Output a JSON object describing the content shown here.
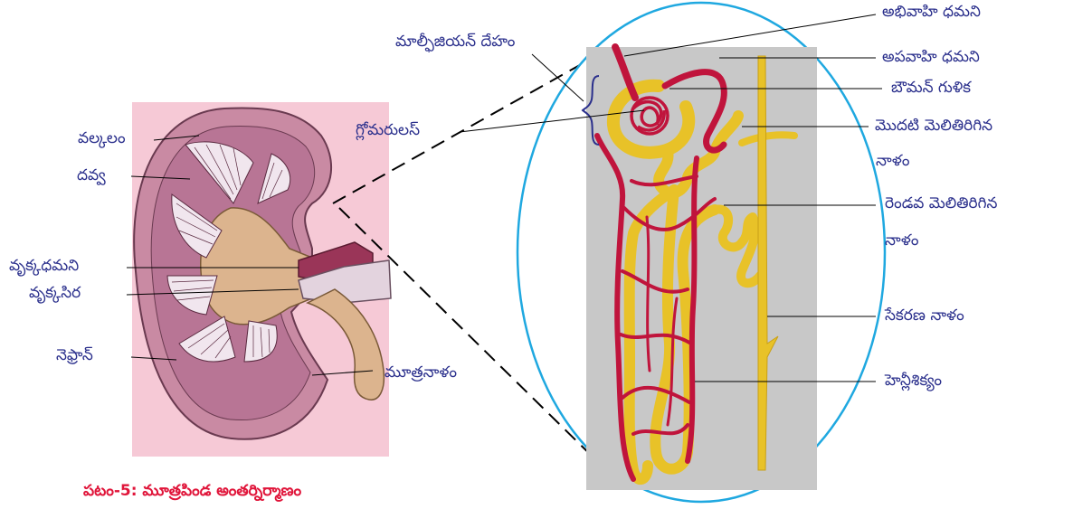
{
  "caption": "పటం-5: మూత్రపిండ అంతర్నిర్మాణం",
  "kidney_labels": {
    "cortex": "వల్కలం",
    "medulla": "దవ్వ",
    "renal_artery": "వృక్కధమని",
    "renal_vein": "వృక్కసిర",
    "nephron": "నెఫ్రాన్",
    "ureter": "మూత్రనాళం"
  },
  "nephron_labels": {
    "malpighian_body": "మాల్ఫీజియన్ దేహం",
    "glomerulus": "గ్లోమరులస్",
    "afferent_arteriole": "అభివాహి ధమని",
    "efferent_arteriole": "అపవాహి ధమని",
    "bowmans_capsule": "బౌమన్ గుళిక",
    "pct_line1": "మొదటి మెలితిరిగిన",
    "pct_line2": "నాళం",
    "dct_line1": "రెండవ మెలితిరిగిన",
    "dct_line2": "నాళం",
    "collecting_duct": "సేకరణ నాళం",
    "loop_of_henle": "హెన్లీశిక్యం"
  },
  "colors": {
    "label_text": "#2a2f8c",
    "caption_text": "#e0153a",
    "kidney_background": "#f6c9d6",
    "kidney_cortex": "#c98aa3",
    "kidney_pelvis": "#dcb48e",
    "tubule_yellow": "#e8c228",
    "vessel_red": "#c0143c",
    "nephron_panel": "#c8c8c8",
    "ellipse_outline": "#1fa8e0"
  }
}
